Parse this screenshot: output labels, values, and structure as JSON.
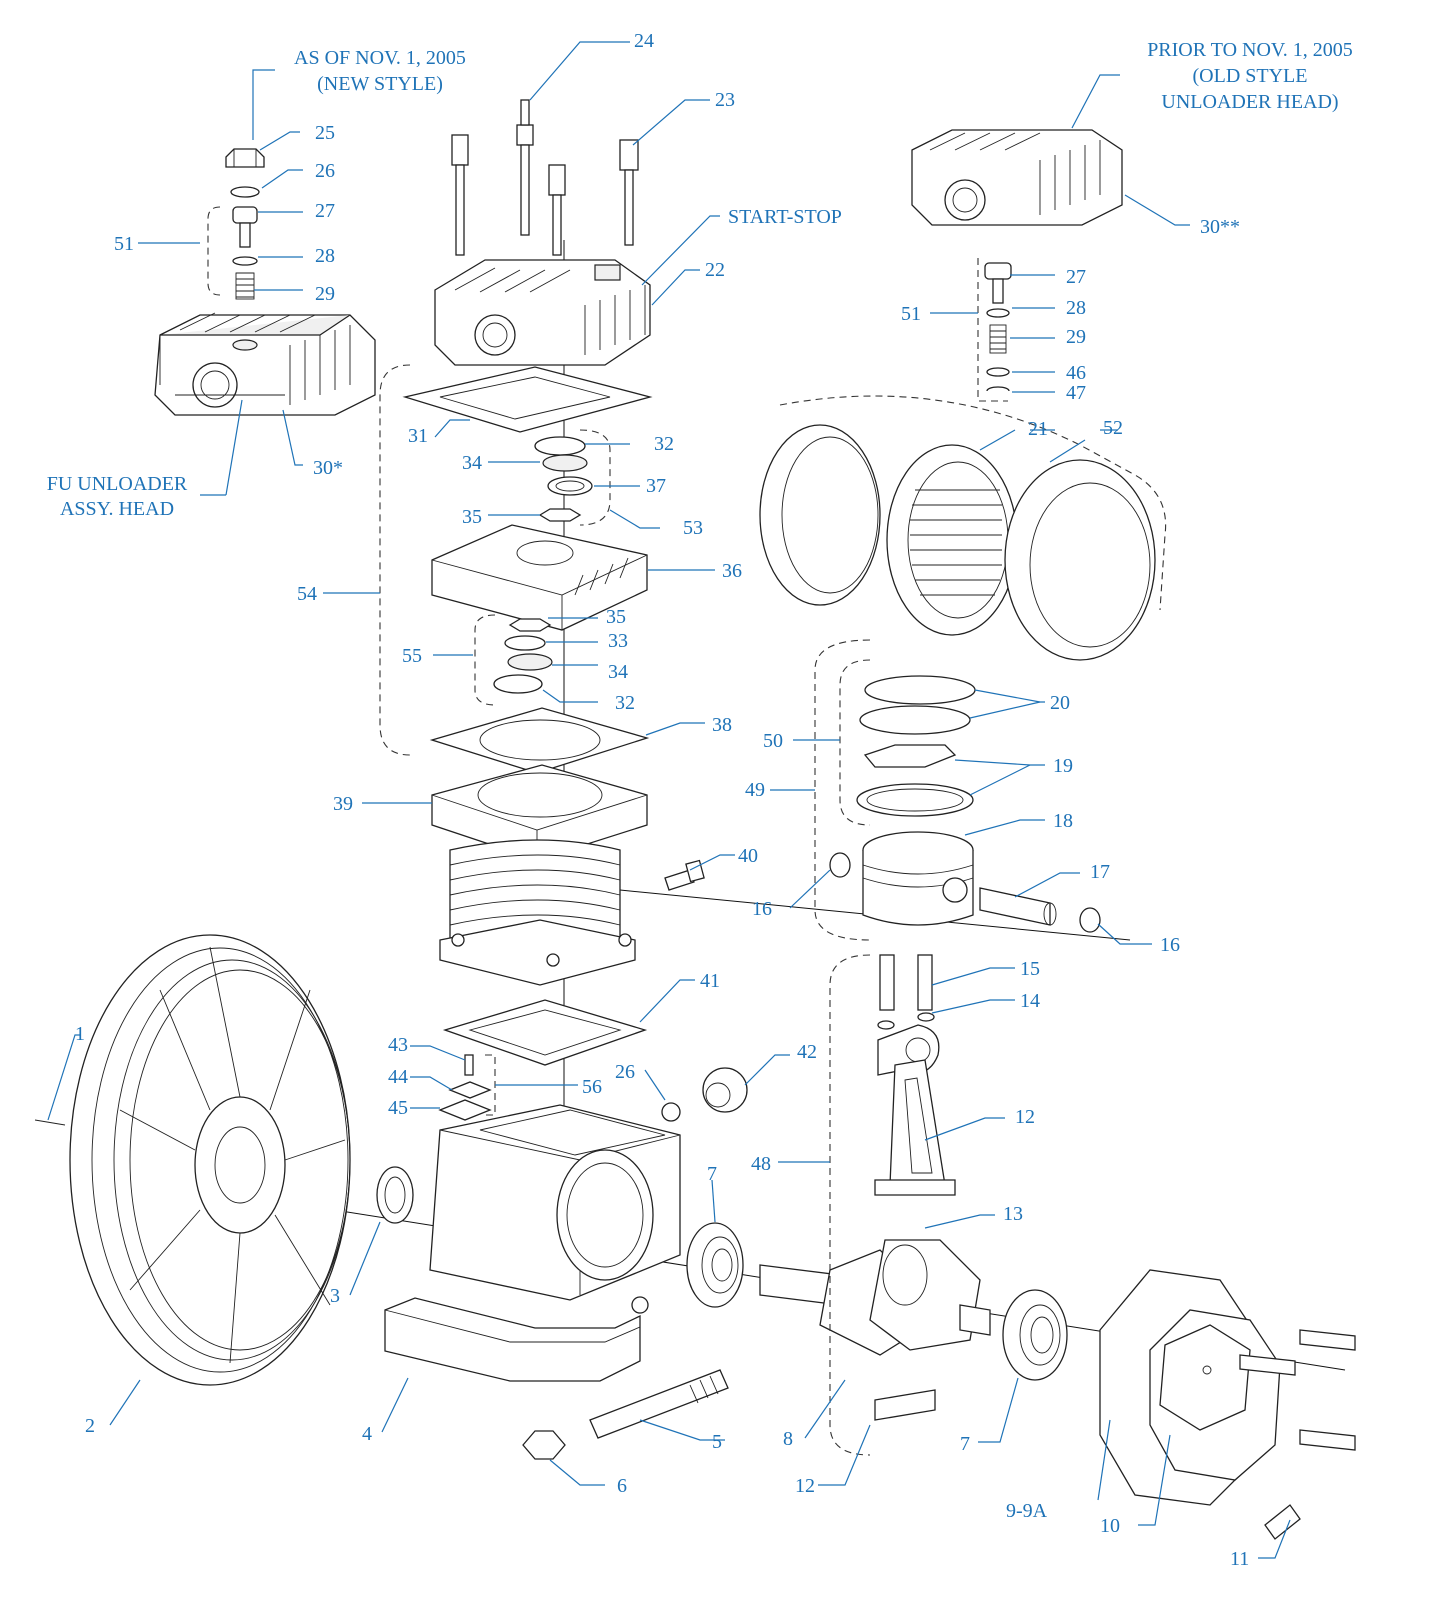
{
  "notes": {
    "new_style_line1": "AS OF NOV. 1, 2005",
    "new_style_line2": "(NEW STYLE)",
    "old_style_line1": "PRIOR TO NOV. 1, 2005",
    "old_style_line2": "(OLD STYLE",
    "old_style_line3": "UNLOADER HEAD)",
    "fu_line1": "FU UNLOADER",
    "fu_line2": "ASSY. HEAD",
    "start_stop": "START-STOP"
  },
  "callouts": {
    "c1": "1",
    "c2": "2",
    "c3": "3",
    "c4": "4",
    "c5": "5",
    "c6": "6",
    "c7a": "7",
    "c7b": "7",
    "c8": "8",
    "c9": "9-9A",
    "c10": "10",
    "c11": "11",
    "c12a": "12",
    "c12b": "12",
    "c13": "13",
    "c14": "14",
    "c15": "15",
    "c16a": "16",
    "c16b": "16",
    "c17": "17",
    "c18": "18",
    "c19": "19",
    "c20": "20",
    "c21": "21",
    "c22": "22",
    "c23": "23",
    "c24": "24",
    "c25": "25",
    "c26a": "26",
    "c26b": "26",
    "c27a": "27",
    "c27b": "27",
    "c28a": "28",
    "c28b": "28",
    "c29a": "29",
    "c29b": "29",
    "c30a": "30*",
    "c30b": "30**",
    "c31": "31",
    "c32a": "32",
    "c32b": "32",
    "c33": "33",
    "c34a": "34",
    "c34b": "34",
    "c35a": "35",
    "c35b": "35",
    "c36": "36",
    "c37": "37",
    "c38": "38",
    "c39": "39",
    "c40": "40",
    "c41": "41",
    "c42": "42",
    "c43": "43",
    "c44": "44",
    "c45": "45",
    "c46": "46",
    "c47": "47",
    "c48": "48",
    "c49": "49",
    "c50": "50",
    "c51a": "51",
    "c51b": "51",
    "c52": "52",
    "c53": "53",
    "c54": "54",
    "c55": "55",
    "c56": "56"
  },
  "colors": {
    "callout": "#1f73b7",
    "linework": "#222222",
    "background": "#ffffff"
  }
}
